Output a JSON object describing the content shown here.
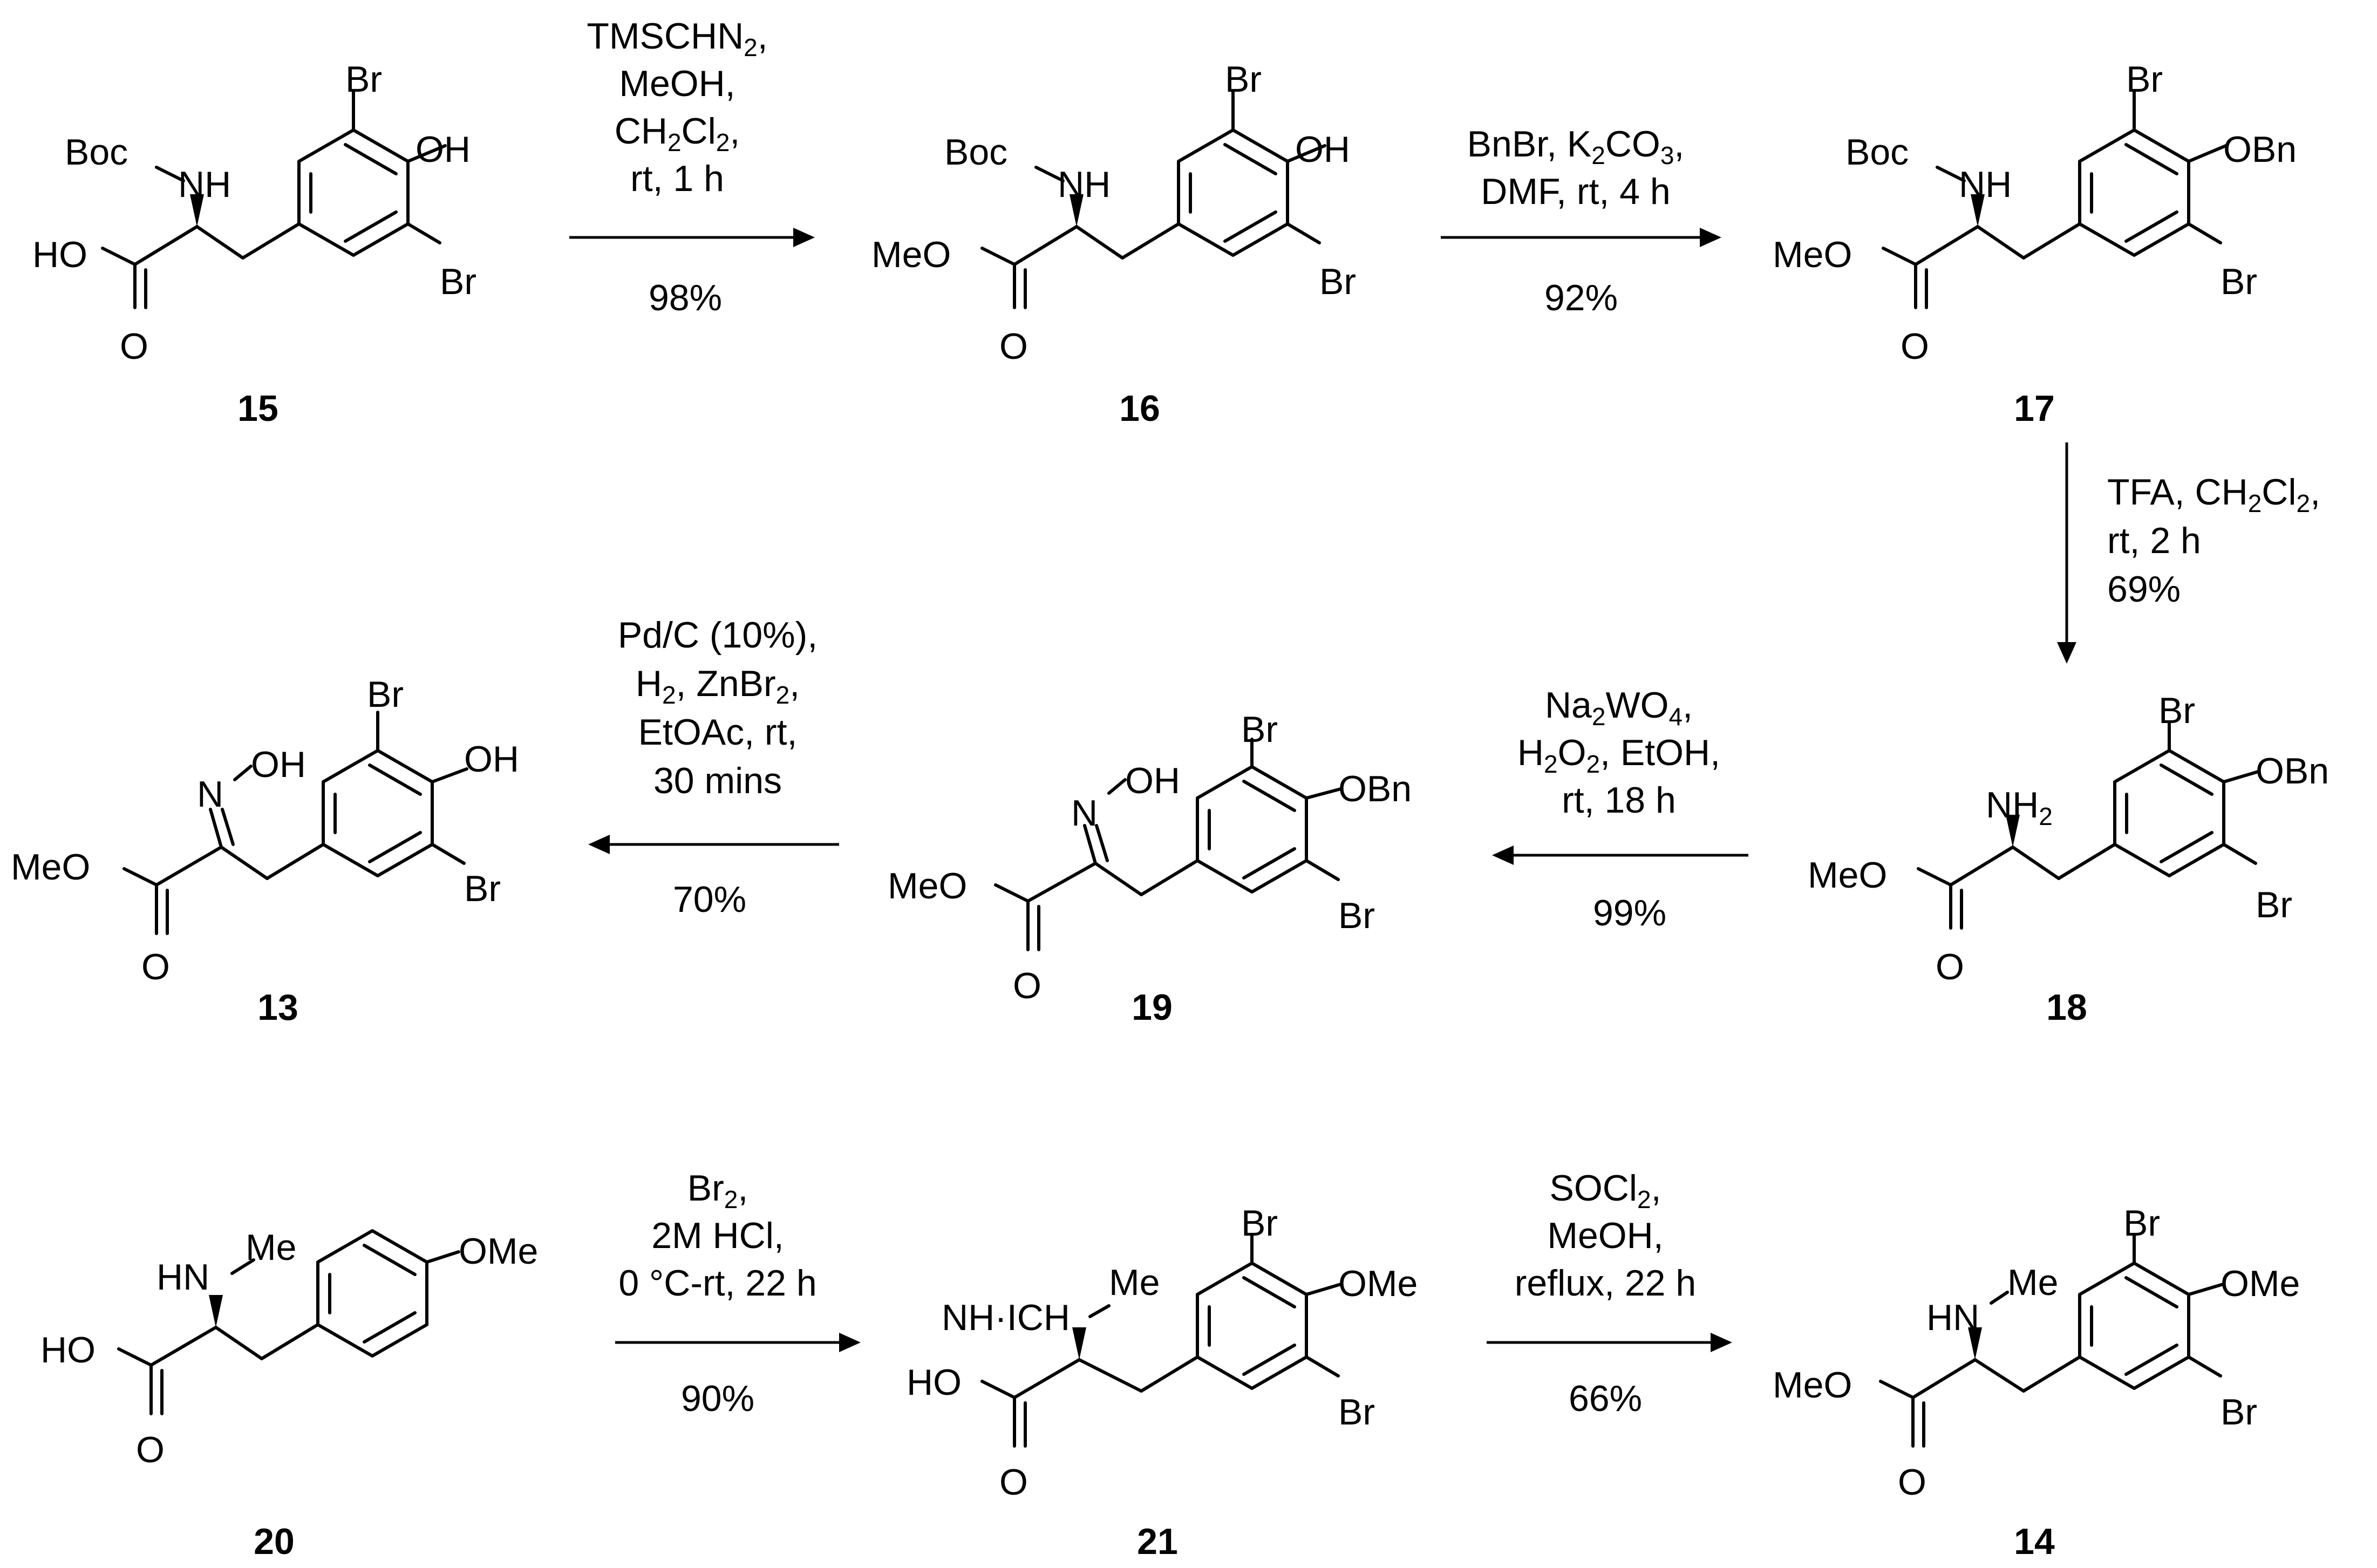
{
  "labels": {
    "boc": "Boc",
    "nh": "NH",
    "hn": "HN",
    "n": "N",
    "oh": "OH",
    "ho": "HO",
    "o": "O",
    "br": "Br",
    "meo": "MeO",
    "obn": "OBn",
    "ome": "OMe",
    "me": "Me",
    "nh2_main": "NH",
    "nh2_sub": "2",
    "nh_ich": "NH·ICH"
  },
  "compounds": {
    "c15": "15",
    "c16": "16",
    "c17": "17",
    "c18": "18",
    "c19": "19",
    "c13": "13",
    "c20": "20",
    "c21": "21",
    "c14": "14"
  },
  "conditions": {
    "r1": {
      "l1": "TMSCHN",
      "l1_sub": "2",
      "l1_end": ",",
      "l2": "MeOH,",
      "l3": "CH",
      "l3_s1": "2",
      "l3_m": "Cl",
      "l3_s2": "2",
      "l3_end": ",",
      "l4": "rt, 1 h",
      "yield": "98%"
    },
    "r2": {
      "l1": "BnBr, K",
      "l1_sub": "2",
      "l1_end": "CO",
      "l1_sub2": "3",
      "l1_end2": ",",
      "l2": "DMF, rt, 4 h",
      "yield": "92%"
    },
    "r3": {
      "l1": "TFA, CH",
      "l1_s1": "2",
      "l1_m": "Cl",
      "l1_s2": "2",
      "l1_end": ",",
      "l2": "rt, 2 h",
      "yield": "69%"
    },
    "r4": {
      "l1": "Na",
      "l1_s1": "2",
      "l1_m": "WO",
      "l1_s2": "4",
      "l1_end": ",",
      "l2": "H",
      "l2_s1": "2",
      "l2_m": "O",
      "l2_s2": "2",
      "l2_end": ", EtOH,",
      "l3": "rt, 18 h",
      "yield": "99%"
    },
    "r5": {
      "l1": "Pd/C (10%),",
      "l2": "H",
      "l2_s1": "2",
      "l2_m": ", ZnBr",
      "l2_s2": "2",
      "l2_end": ",",
      "l3": "EtOAc, rt,",
      "l4": "30 mins",
      "yield": "70%"
    },
    "r6": {
      "l1": "Br",
      "l1_sub": "2",
      "l1_end": ",",
      "l2": "2M HCl,",
      "l3": "0 °C-rt, 22 h",
      "yield": "90%"
    },
    "r7": {
      "l1": "SOCl",
      "l1_sub": "2",
      "l1_end": ",",
      "l2": "MeOH,",
      "l3": "reflux, 22 h",
      "yield": "66%"
    }
  }
}
